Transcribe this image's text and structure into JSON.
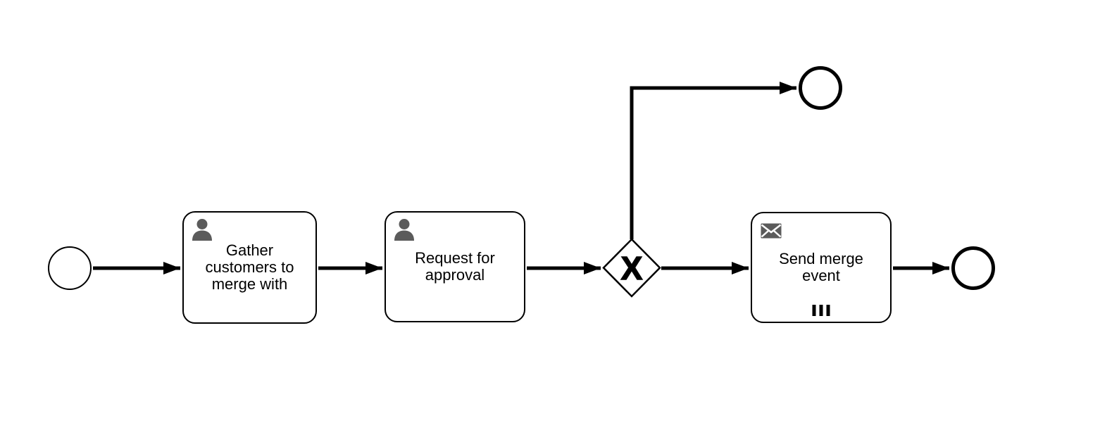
{
  "canvas": {
    "background": "#ffffff"
  },
  "colors": {
    "stroke": "#000000",
    "shape_fill": "#ffffff",
    "task_icon": "#5b5b5b"
  },
  "nodes": {
    "start_event": {
      "type": "start event"
    },
    "task_gather": {
      "type": "user task",
      "icon": "user-icon",
      "label": "Gather\ncustomers to\nmerge with"
    },
    "task_request": {
      "type": "user task",
      "icon": "user-icon",
      "label": "Request for\napproval"
    },
    "gateway": {
      "type": "exclusive gateway",
      "marker": "X"
    },
    "task_send": {
      "type": "send task",
      "icon": "message-icon",
      "label": "Send merge\nevent",
      "loop_marker": "multi-instance-parallel"
    },
    "end_event_top": {
      "type": "end event"
    },
    "end_event_right": {
      "type": "end event"
    }
  },
  "flows": [
    {
      "from": "start_event",
      "to": "task_gather"
    },
    {
      "from": "task_gather",
      "to": "task_request"
    },
    {
      "from": "task_request",
      "to": "gateway"
    },
    {
      "from": "gateway",
      "to": "end_event_top"
    },
    {
      "from": "gateway",
      "to": "task_send"
    },
    {
      "from": "task_send",
      "to": "end_event_right"
    }
  ]
}
